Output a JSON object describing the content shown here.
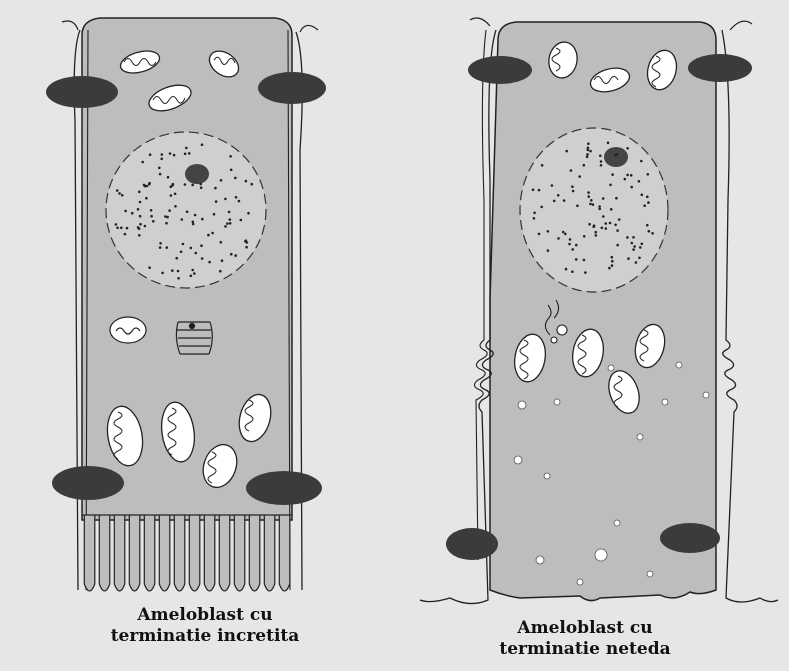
{
  "figure": {
    "left_cell": {
      "caption_line1": "Ameloblast cu",
      "caption_line2": "terminatie incretita"
    },
    "right_cell": {
      "caption_line1": "Ameloblast cu",
      "caption_line2": "terminatie neteda"
    }
  },
  "colors": {
    "background": "#e6e6e6",
    "cytoplasm": "#bdbdbd",
    "outline": "#222222",
    "junction": "#3a3a3a",
    "nucleolus": "#444444"
  }
}
